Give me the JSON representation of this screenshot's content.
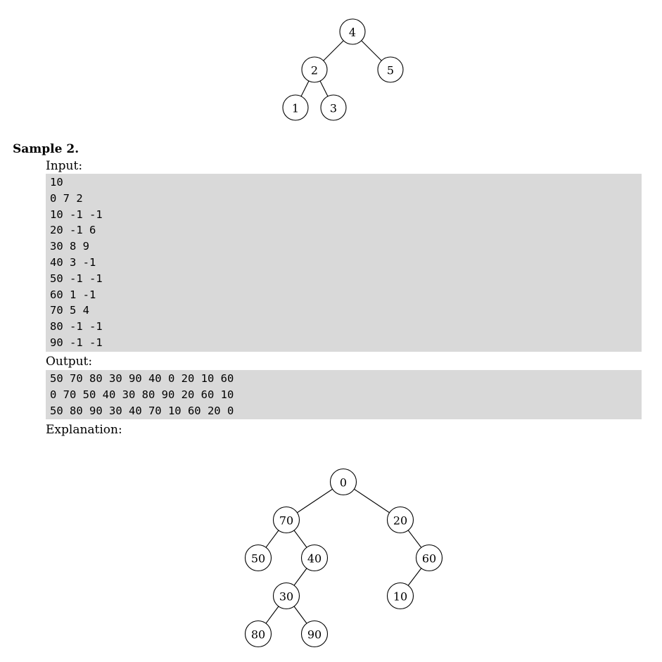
{
  "tree1": {
    "nodes": [
      {
        "id": "n4",
        "label": "4"
      },
      {
        "id": "n2",
        "label": "2"
      },
      {
        "id": "n5",
        "label": "5"
      },
      {
        "id": "n1",
        "label": "1"
      },
      {
        "id": "n3",
        "label": "3"
      }
    ],
    "edges": [
      [
        "n4",
        "n2"
      ],
      [
        "n4",
        "n5"
      ],
      [
        "n2",
        "n1"
      ],
      [
        "n2",
        "n3"
      ]
    ]
  },
  "sample": {
    "heading": "Sample 2.",
    "input_label": "Input:",
    "input_lines": [
      "10",
      "0 7 2",
      "10 -1 -1",
      "20 -1 6",
      "30 8 9",
      "40 3 -1",
      "50 -1 -1",
      "60 1 -1",
      "70 5 4",
      "80 -1 -1",
      "90 -1 -1"
    ],
    "output_label": "Output:",
    "output_lines": [
      "50 70 80 30 90 40 0 20 10 60",
      "0 70 50 40 30 80 90 20 60 10",
      "50 80 90 30 40 70 10 60 20 0"
    ],
    "explanation_label": "Explanation:"
  },
  "tree2": {
    "nodes": [
      {
        "id": "m0",
        "label": "0"
      },
      {
        "id": "m70",
        "label": "70"
      },
      {
        "id": "m20",
        "label": "20"
      },
      {
        "id": "m50",
        "label": "50"
      },
      {
        "id": "m40",
        "label": "40"
      },
      {
        "id": "m60",
        "label": "60"
      },
      {
        "id": "m30",
        "label": "30"
      },
      {
        "id": "m10",
        "label": "10"
      },
      {
        "id": "m80",
        "label": "80"
      },
      {
        "id": "m90",
        "label": "90"
      }
    ],
    "edges": [
      [
        "m0",
        "m70"
      ],
      [
        "m0",
        "m20"
      ],
      [
        "m70",
        "m50"
      ],
      [
        "m70",
        "m40"
      ],
      [
        "m20",
        "m60"
      ],
      [
        "m40",
        "m30"
      ],
      [
        "m60",
        "m10"
      ],
      [
        "m30",
        "m80"
      ],
      [
        "m30",
        "m90"
      ]
    ]
  }
}
